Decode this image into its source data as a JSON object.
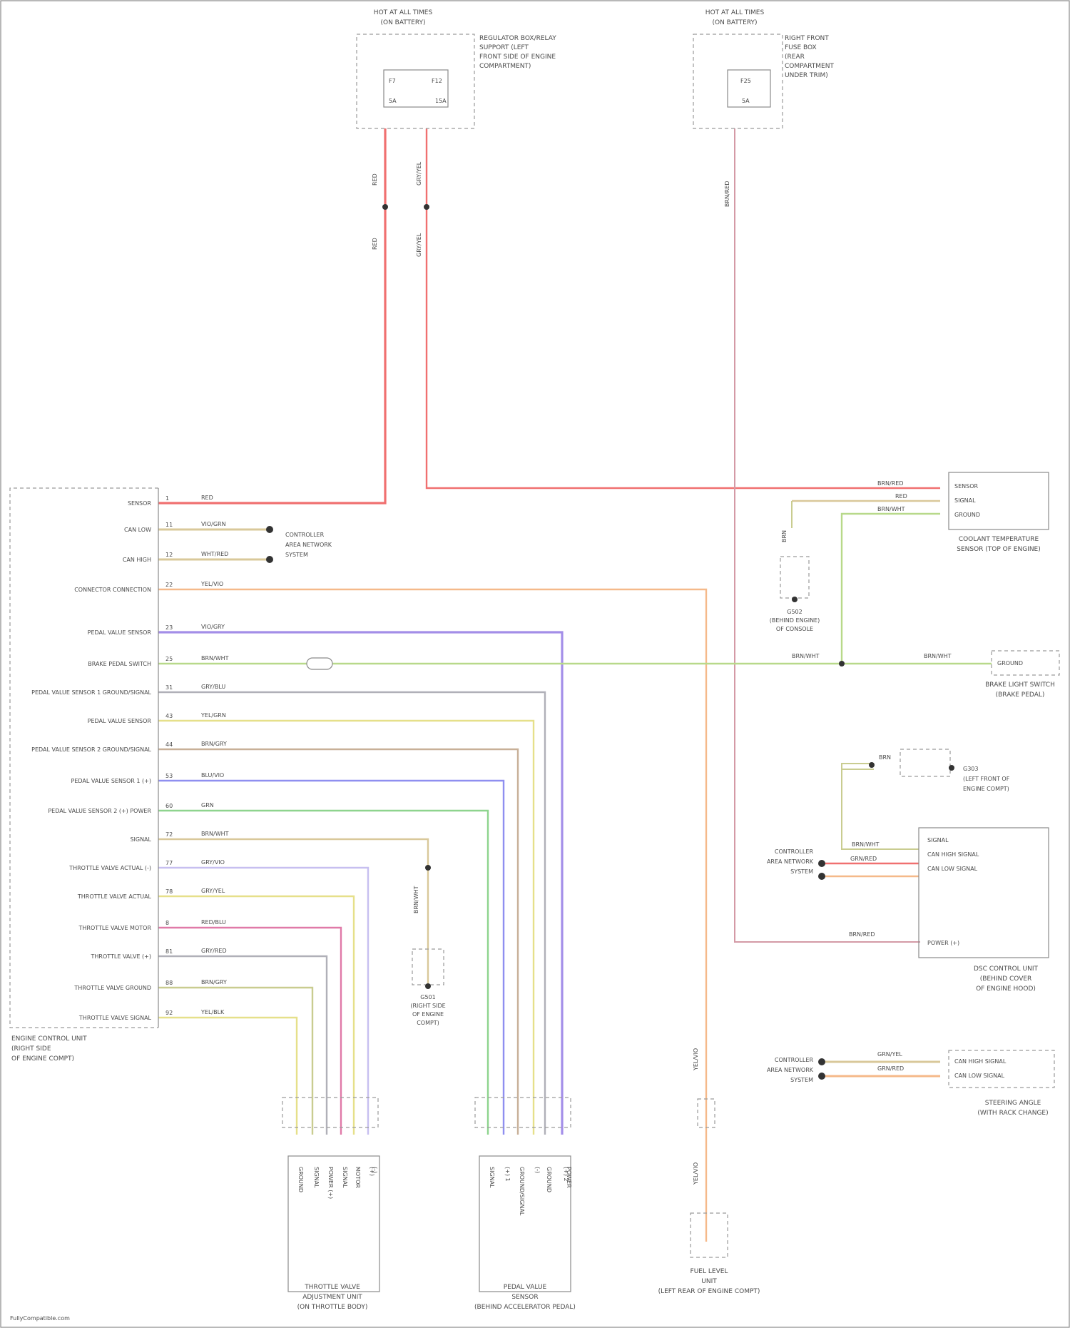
{
  "colors": {
    "red": "#f07070",
    "orange": "#f5b98a",
    "violet": "#a38ee8",
    "green": "#b8d98a",
    "grey": "#b0b0b8",
    "yellow": "#e6e08a",
    "lt_violet": "#c7bff0",
    "pink": "#e07aa8",
    "olive": "#c9cc90",
    "khaki": "#d9c89a",
    "mauve": "#d49aa6",
    "blue": "#8f8ff0",
    "brown": "#c8b098"
  },
  "components": {
    "ecu": {
      "label_lines": [
        "ENGINE CONTROL UNIT",
        "(RIGHT SIDE",
        "OF ENGINE COMPT)"
      ],
      "pins": [
        {
          "name": "SENSOR",
          "num": "1",
          "wire": "RED"
        },
        {
          "name": "CAN LOW",
          "num": "11",
          "wire": "VIO/GRN"
        },
        {
          "name": "CAN HIGH",
          "num": "12",
          "wire": "WHT/RED"
        },
        {
          "name": "CONNECTOR CONNECTION",
          "num": "22",
          "wire": "YEL/VIO"
        },
        {
          "name": "PEDAL VALUE SENSOR",
          "num": "23",
          "wire": "VIO/GRY"
        },
        {
          "name": "BRAKE PEDAL SWITCH",
          "num": "25",
          "wire": "BRN/WHT"
        },
        {
          "name": "PEDAL VALUE SENSOR 1 GROUND/SIGNAL",
          "num": "31",
          "wire": "GRY/BLU"
        },
        {
          "name": "PEDAL VALUE SENSOR",
          "num": "43",
          "wire": "YEL/GRN"
        },
        {
          "name": "PEDAL VALUE SENSOR 2 GROUND/SIGNAL",
          "num": "44",
          "wire": "BRN/GRY"
        },
        {
          "name": "PEDAL VALUE SENSOR 1 (+)",
          "num": "53",
          "wire": "BLU/VIO"
        },
        {
          "name": "PEDAL VALUE SENSOR 2 (+) POWER",
          "num": "60",
          "wire": "GRN"
        },
        {
          "name": "SIGNAL",
          "num": "72",
          "wire": "BRN/WHT"
        },
        {
          "name": "THROTTLE VALVE ACTUAL (-)",
          "num": "77",
          "wire": "GRY/VIO"
        },
        {
          "name": "THROTTLE VALVE ACTUAL",
          "num": "78",
          "wire": "GRY/YEL"
        },
        {
          "name": "THROTTLE VALVE MOTOR",
          "num": "8",
          "wire": "RED/BLU"
        },
        {
          "name": "THROTTLE VALVE (+)",
          "num": "81",
          "wire": "GRY/RED"
        },
        {
          "name": "THROTTLE VALVE GROUND",
          "num": "88",
          "wire": "BRN/GRY"
        },
        {
          "name": "THROTTLE VALVE SIGNAL",
          "num": "92",
          "wire": "YEL/BLK"
        }
      ]
    },
    "fuse_left": {
      "title_lines": [
        "HOT AT ALL TIMES",
        "(ON BATTERY)"
      ],
      "desc_lines": [
        "REGULATOR BOX/RELAY",
        "SUPPORT (LEFT",
        "FRONT SIDE OF ENGINE",
        "COMPARTMENT)"
      ],
      "fuses": [
        {
          "label": "F7",
          "rating": "5A"
        },
        {
          "label": "F12",
          "rating": "15A"
        }
      ],
      "wires": [
        "RED",
        "GRY/YEL"
      ]
    },
    "fuse_right": {
      "title_lines": [
        "HOT AT ALL TIMES",
        "(ON BATTERY)"
      ],
      "desc_lines": [
        "RIGHT FRONT",
        "FUSE BOX",
        "(REAR",
        "COMPARTMENT",
        "UNDER TRIM)"
      ],
      "fuses": [
        {
          "label": "F25",
          "rating": "5A"
        }
      ],
      "wires": [
        "BRN/RED"
      ]
    },
    "cpu_right_top": {
      "pins": [
        "SENSOR",
        "SIGNAL",
        "GROUND"
      ],
      "wires": [
        "BRN/RED",
        "RED",
        "BRN/WHT"
      ],
      "label_lines": [
        "COOLANT TEMPERATURE",
        "SENSOR (TOP OF ENGINE)"
      ]
    },
    "brake_light_switch": {
      "pin": "GROUND",
      "wire": "BRN/WHT",
      "label_lines": [
        "BRAKE LIGHT SWITCH",
        "(BRAKE PEDAL)"
      ]
    },
    "ground_1": {
      "wire": "BRN",
      "label_lines": [
        "G502",
        "(BEHIND ENGINE)",
        "OF CONSOLE"
      ]
    },
    "ground_2": {
      "wire": "BRN",
      "label_lines": [
        "G303",
        "(LEFT FRONT OF",
        "ENGINE COMPT)"
      ]
    },
    "ground_3": {
      "wire": "BRN/WHT",
      "label_lines": [
        "G501",
        "(RIGHT SIDE",
        "OF ENGINE",
        "COMPT)"
      ]
    },
    "dsc_unit": {
      "pins": [
        "SIGNAL",
        "CAN HIGH SIGNAL",
        "CAN LOW SIGNAL",
        "POWER (+)"
      ],
      "wires": [
        "BRN/WHT",
        "GRN/RED",
        "BRN/RED"
      ],
      "label_lines": [
        "DSC CONTROL UNIT",
        "(BEHIND COVER",
        "OF ENGINE HOOD)"
      ]
    },
    "can_refs": {
      "label_lines": [
        "CONTROLLER",
        "AREA NETWORK",
        "SYSTEM"
      ]
    },
    "steering_angle": {
      "pins": [
        "CAN HIGH SIGNAL",
        "CAN LOW SIGNAL"
      ],
      "wires": [
        "GRN/YEL",
        "GRN/RED"
      ],
      "label_lines": [
        "STEERING ANGLE",
        "(WITH RACK CHANGE)"
      ]
    },
    "throttle_valve": {
      "label_lines": [
        "THROTTLE VALVE",
        "ADJUSTMENT UNIT",
        "(ON THROTTLE BODY)"
      ],
      "pins": [
        "GROUND",
        "SIGNAL",
        "POWER (+)",
        "SIGNAL",
        "MOTOR",
        "(+)",
        "(-)"
      ]
    },
    "pedal_sensor": {
      "label_lines": [
        "PEDAL VALUE",
        "SENSOR",
        "(BEHIND ACCELERATOR PEDAL)"
      ],
      "pins": [
        "SIGNAL",
        "(+) 1",
        "GROUND/SIGNAL",
        "(-)",
        "GROUND",
        "(+) 2",
        "POWER"
      ]
    },
    "fuel_sensor": {
      "wire": "YEL/VIO",
      "label_lines": [
        "FUEL LEVEL",
        "UNIT",
        "(LEFT REAR OF ENGINE COMPT)"
      ]
    }
  },
  "footer": "FullyCompatible.com"
}
